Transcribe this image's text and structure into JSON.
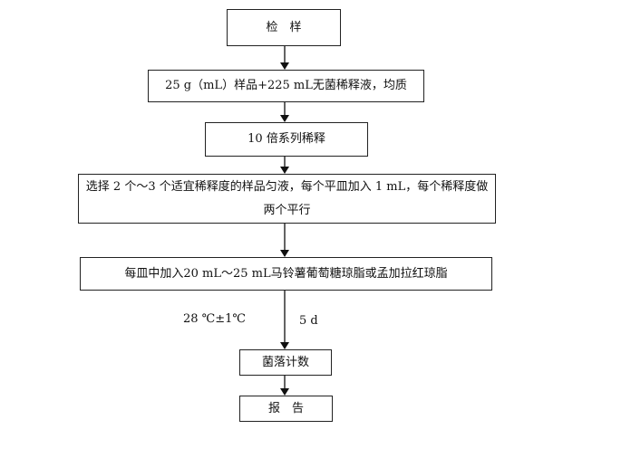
{
  "steps": [
    {
      "text": "检　样"
    },
    {
      "text": "25 g（mL）样品+225 mL无菌稀释液，均质"
    },
    {
      "text": "10 倍系列稀释"
    },
    {
      "text": "选择 2 个～3 个适宜稀释度的样品匀液，每个平皿加入 1 mL，每个稀释度做两个平行"
    },
    {
      "text": "每皿中加入20 mL～25 mL马铃薯葡萄糖琼脂或孟加拉红琼脂"
    },
    {
      "text": "菌落计数"
    },
    {
      "text": "报　告"
    }
  ],
  "incubation": {
    "temperature": "28 ℃±1℃",
    "duration": "5 d"
  }
}
